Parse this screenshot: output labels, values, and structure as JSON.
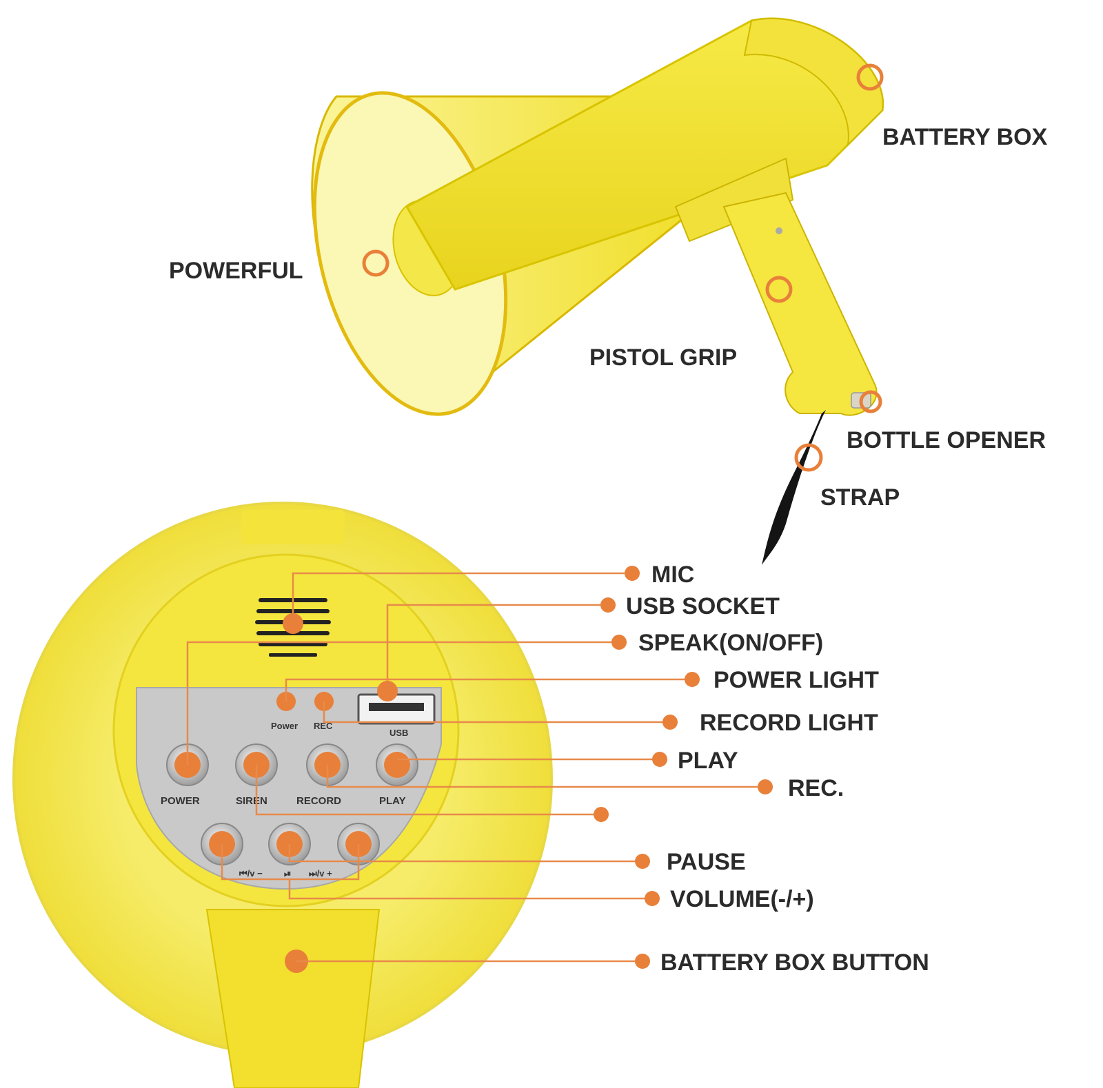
{
  "colors": {
    "body_yellow": "#f3e335",
    "body_light": "#f8f070",
    "accent_orange": "#e8803a",
    "panel_gray": "#c9c9c9",
    "text": "#2b2b2b"
  },
  "top_labels": {
    "battery_box": "BATTERY BOX",
    "powerful": "POWERFUL",
    "pistol_grip": "PISTOL GRIP",
    "bottle_opener": "BOTTLE OPENER",
    "strap": "STRAP"
  },
  "callouts": [
    {
      "key": "mic",
      "label": "MIC"
    },
    {
      "key": "usb",
      "label": "USB SOCKET"
    },
    {
      "key": "speak",
      "label": "SPEAK(ON/OFF)"
    },
    {
      "key": "power_light",
      "label": "POWER LIGHT"
    },
    {
      "key": "record_light",
      "label": "RECORD LIGHT"
    },
    {
      "key": "play",
      "label": "PLAY"
    },
    {
      "key": "rec",
      "label": "REC."
    },
    {
      "key": "siren",
      "label": ""
    },
    {
      "key": "pause",
      "label": "PAUSE"
    },
    {
      "key": "volume",
      "label": "VOLUME(-/+)"
    },
    {
      "key": "battery_button",
      "label": "BATTERY BOX BUTTON"
    }
  ],
  "panel": {
    "power_light_text": "Power",
    "rec_light_text": "REC",
    "usb_text": "USB",
    "buttons": [
      "POWER",
      "SIREN",
      "RECORD",
      "PLAY"
    ],
    "small_buttons": [
      "⏮/v −",
      "⏯",
      "⏭/v +"
    ]
  }
}
